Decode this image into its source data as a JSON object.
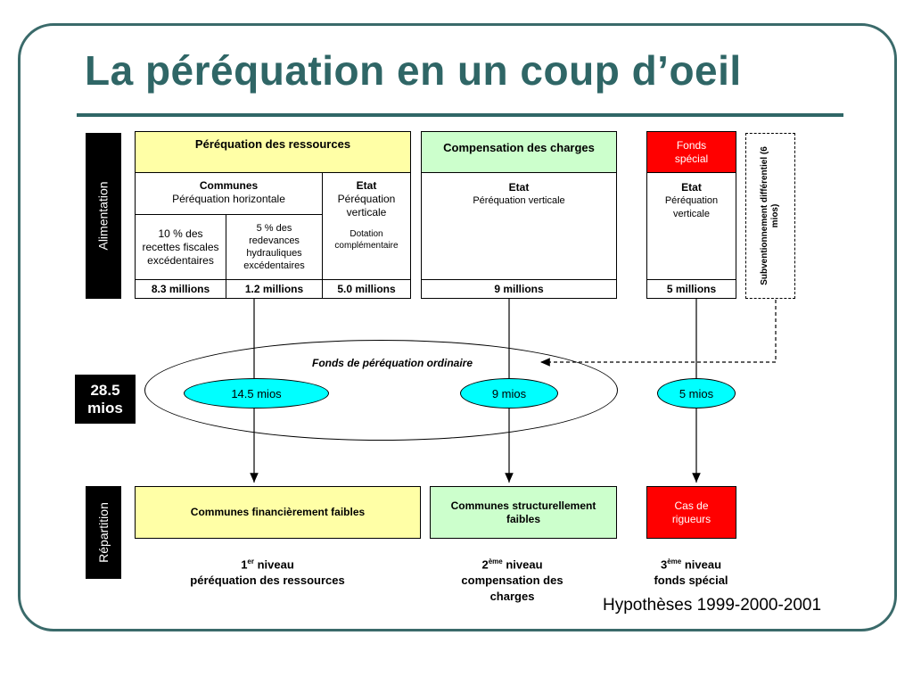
{
  "title": "La péréquation en un coup d’oeil",
  "side": {
    "alimentation": "Alimentation",
    "repartition": "Répartition",
    "total_line1": "28.5",
    "total_line2": "mios"
  },
  "ressources": {
    "header": "Péréquation des ressources",
    "communes_title": "Communes",
    "communes_sub": "Péréquation horizontale",
    "etat_title": "Etat",
    "etat_sub": "Péréquation verticale",
    "etat_small": "Dotation complémentaire",
    "col1": "10 % des recettes fiscales excédentaires",
    "col2": "5 % des redevances hydrauliques excédentaires",
    "v1": "8.3 millions",
    "v2": "1.2 millions",
    "v3": "5.0 millions"
  },
  "charges": {
    "header": "Compensation des charges",
    "etat_title": "Etat",
    "etat_sub": "Péréquation verticale",
    "value": "9 millions"
  },
  "fonds": {
    "header": "Fonds spécial",
    "etat_title": "Etat",
    "etat_sub": "Péréquation verticale",
    "value": "5 millions"
  },
  "subv": "Subventionnement différentiel (6 mios)",
  "pool": {
    "label": "Fonds de péréquation ordinaire",
    "oval1": "14.5 mios",
    "oval2": "9 mios",
    "oval3": "5 mios"
  },
  "bottom": {
    "box1": "Communes financièrement faibles",
    "box2": "Communes structurellement faibles",
    "box3": "Cas de rigueurs",
    "lvl1_num": "1",
    "lvl1_sup": "er",
    "lvl1_a": "niveau",
    "lvl1_b": "péréquation des ressources",
    "lvl2_num": "2",
    "lvl2_sup": "ème",
    "lvl2_a": "niveau",
    "lvl2_b": "compensation des charges",
    "lvl3_num": "3",
    "lvl3_sup": "ème",
    "lvl3_a": "niveau",
    "lvl3_b": "fonds spécial"
  },
  "hypotheses": "Hypothèses 1999-2000-2001",
  "colors": {
    "title": "#2f6666",
    "yellow": "#ffffa6",
    "green": "#ccffcc",
    "red": "#ff0000",
    "cyan": "#00ffff"
  }
}
